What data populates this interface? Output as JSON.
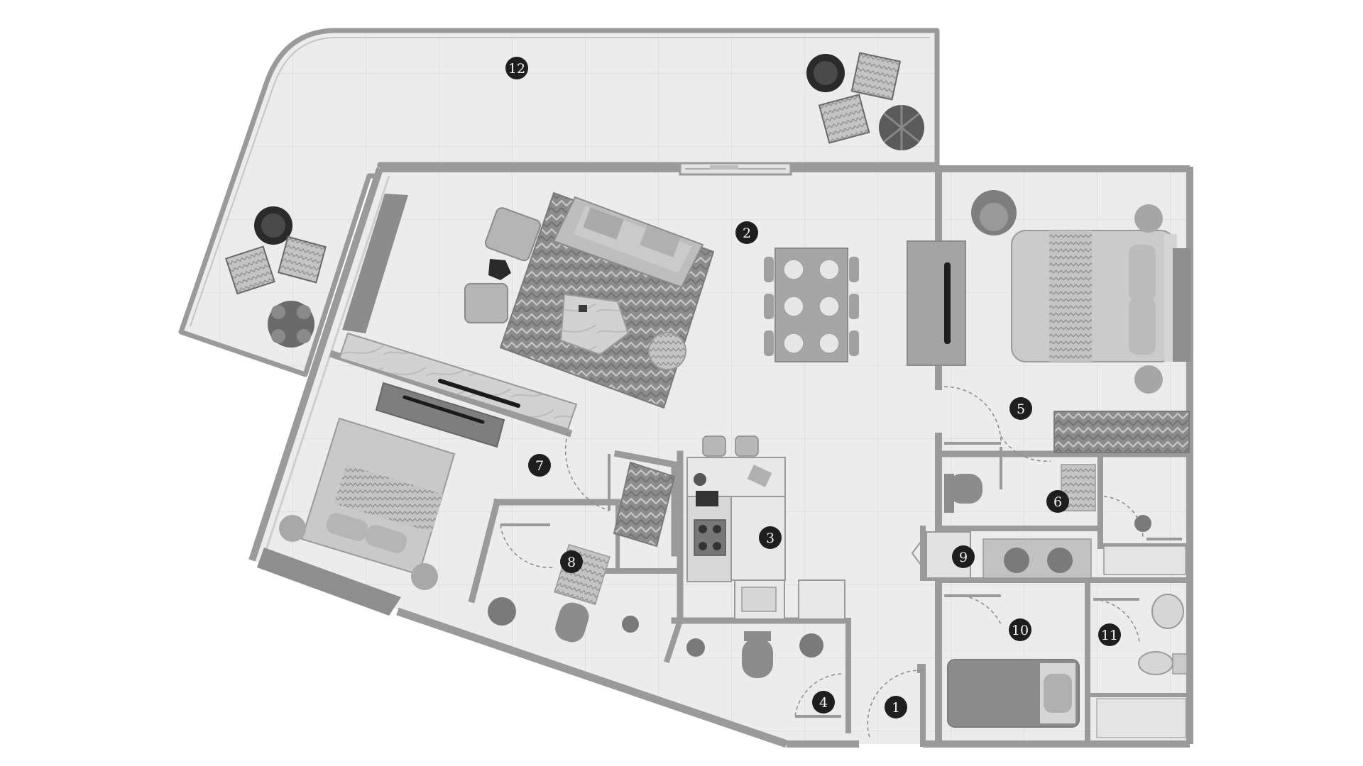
{
  "plan": {
    "colors": {
      "background": "#ffffff",
      "floor": "#ececec",
      "grid": "#d6d6d6",
      "wall": "#9a9a9a",
      "wall_dark": "#7e7e7e",
      "marker": "#1e1e1e",
      "marker_text": "#f2f2f2",
      "rug": "#8a8a8a",
      "furniture": "#b9b9b9",
      "furniture_dark": "#555555",
      "plant": "#6a6a6a"
    },
    "room_markers": [
      {
        "id": "1",
        "label": "1"
      },
      {
        "id": "2",
        "label": "2"
      },
      {
        "id": "3",
        "label": "3"
      },
      {
        "id": "4",
        "label": "4"
      },
      {
        "id": "5",
        "label": "5"
      },
      {
        "id": "6",
        "label": "6"
      },
      {
        "id": "7",
        "label": "7"
      },
      {
        "id": "8",
        "label": "8"
      },
      {
        "id": "9",
        "label": "9"
      },
      {
        "id": "10",
        "label": "10"
      },
      {
        "id": "11",
        "label": "11"
      },
      {
        "id": "12",
        "label": "12"
      }
    ]
  }
}
